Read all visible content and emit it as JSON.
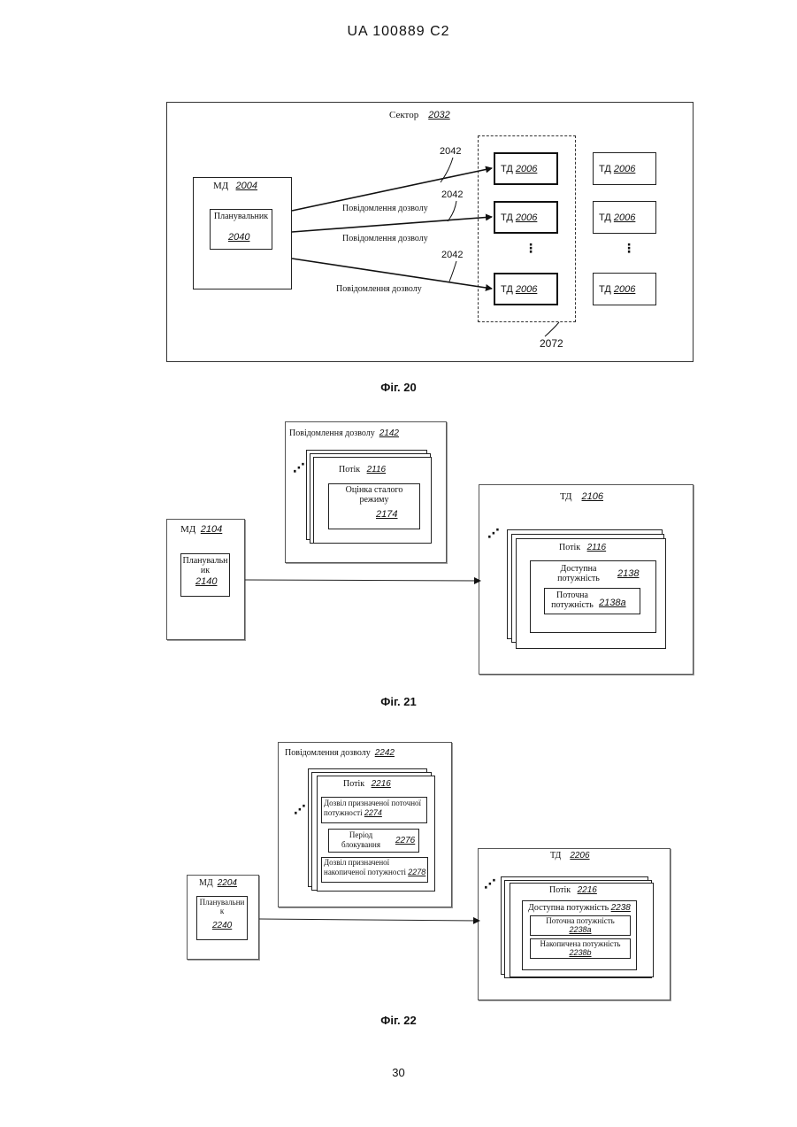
{
  "header": {
    "patent_id": "UA   100889   C2"
  },
  "page_number": "30",
  "fig20": {
    "caption": "Фіг. 20",
    "sector_label": "Сектор",
    "sector_num": "2032",
    "md_label": "МД",
    "md_num": "2004",
    "scheduler_label": "Планувальник",
    "scheduler_num": "2040",
    "arrow_num": "2042",
    "grant_msg": "Повідомлення дозволу",
    "td_label": "ТД",
    "td_num": "2006",
    "group_num": "2072",
    "vdots": "⋮"
  },
  "fig21": {
    "caption": "Фіг. 21",
    "grant_label": "Повідомлення дозволу",
    "grant_num": "2142",
    "flow_label": "Потік",
    "flow_num": "2116",
    "steady_label": "Оцінка сталого режиму",
    "steady_num": "2174",
    "td_label": "ТД",
    "td_num": "2106",
    "md_label": "МД",
    "md_num": "2104",
    "scheduler_label": "Планувальник",
    "scheduler_num": "2140",
    "avail_label": "Доступна потужність",
    "avail_num": "2138",
    "current_label": "Поточна потужність",
    "current_num": "2138a",
    "dots": "⋰"
  },
  "fig22": {
    "caption": "Фіг. 22",
    "grant_label": "Повідомлення дозволу",
    "grant_num": "2242",
    "flow_label": "Потік",
    "flow_num": "2216",
    "current_grant_label": "Дозвіл призначеної поточної потужності",
    "current_grant_num": "2274",
    "blocking_label": "Період блокування",
    "blocking_num": "2276",
    "accum_grant_label": "Дозвіл призначеної накопиченої потужності",
    "accum_grant_num": "2278",
    "td_label": "ТД",
    "td_num": "2206",
    "md_label": "МД",
    "md_num": "2204",
    "scheduler_label": "Планувальник",
    "scheduler_num": "2240",
    "avail_label": "Доступна потужність",
    "avail_num": "2238",
    "current_label": "Поточна потужність",
    "current_num": "2238a",
    "accum_label": "Накопичена потужність",
    "accum_num": "2238b",
    "dots": "⋰"
  }
}
